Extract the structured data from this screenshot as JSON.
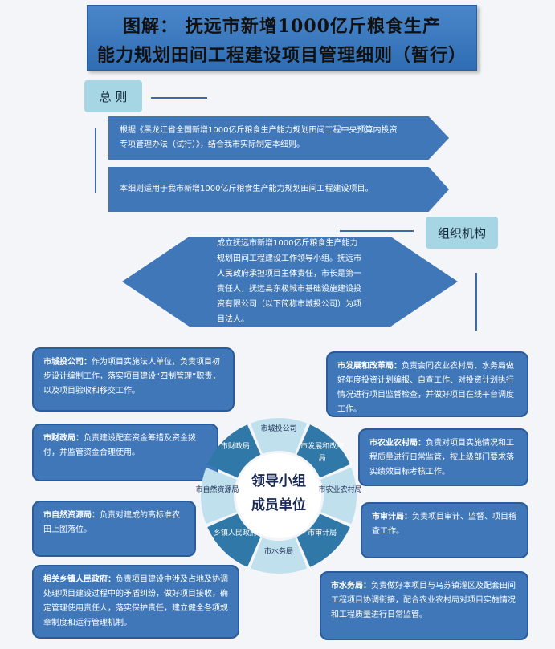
{
  "title": {
    "line1": "图解： 抚远市新增1000亿斤粮食生产",
    "line2": "能力规划田间工程建设项目管理细则（暂行）"
  },
  "general": {
    "label": "总 则",
    "item1": "根据《黑龙江省全国新增1000亿斤粮食生产能力规划田间工程中央预算内投资专项管理办法（试行）》，结合我市实际制定本细则。",
    "item2": "本细则适用于我市新增1000亿斤粮食生产能力规划田间工程建设项目。"
  },
  "org": {
    "label": "组织机构",
    "text": "成立抚远市新增1000亿斤粮食生产能力规划田间工程建设工作领导小组。抚远市人民政府承担项目主体责任，市长是第一责任人，抚远县东极城市基础设施建设投资有限公司（以下简称市城投公司）为项目法人。"
  },
  "center": {
    "line1": "领导小组",
    "line2": "成员单位"
  },
  "segments": [
    {
      "label": "市城投公司"
    },
    {
      "label": "市发展和改革局"
    },
    {
      "label": "市农业农村局"
    },
    {
      "label": "市审计局"
    },
    {
      "label": "市水务局"
    },
    {
      "label": "乡镇人民政府"
    },
    {
      "label": "市自然资源局"
    },
    {
      "label": "市财政局"
    }
  ],
  "boxes": {
    "chengtou": {
      "title": "市城投公司：",
      "text": "作为项目实施法人单位，负责项目初步设计编制工作，落实项目建设“四制管理”职责，以及项目验收和移交工作。"
    },
    "caizheng": {
      "title": "市财政局：",
      "text": "负责建设配套资金筹措及资金拨付，并监管资金合理使用。"
    },
    "ziran": {
      "title": "市自然资源局：",
      "text": "负责对建成的高标准农田上图落位。"
    },
    "xiangzhen": {
      "title": "相关乡镇人民政府：",
      "text": "负责项目建设中涉及占地及协调处理项目建设过程中的矛盾纠纷，做好项目接收，确定管理使用责任人，落实保护责任，建立健全各项规章制度和运行管理机制。"
    },
    "fagai": {
      "title": "市发展和改革局：",
      "text": "负责会同农业农村局、水务局做好年度投资计划编报、自查工作、对投资计划执行情况进行项目监督检查，并做好项目在线平台调度工作。"
    },
    "nongye": {
      "title": "市农业农村局：",
      "text": "负责对项目实施情况和工程质量进行日常监管，按上级部门要求落实绩效目标考核工作。"
    },
    "shenji": {
      "title": "市审计局：",
      "text": "负责项目审计、监督、项目稽查工作。"
    },
    "shuiwu": {
      "title": "市水务局：",
      "text": "负责做好本项目与乌苏镇灌区及配套田间工程项目协调衔接，配合农业农村局对项目实施情况和工程质量进行日常监管。"
    }
  }
}
